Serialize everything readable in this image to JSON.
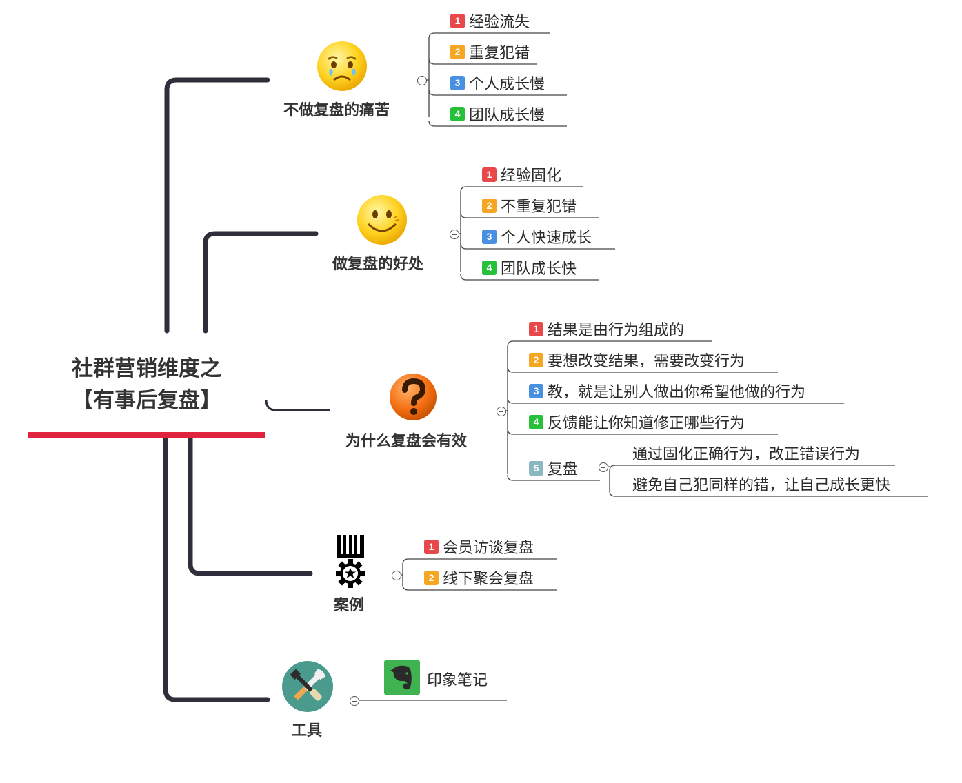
{
  "root": {
    "line1": "社群营销维度之",
    "line2": "【有事后复盘】"
  },
  "branches": {
    "pain": {
      "label": "不做复盘的痛苦",
      "icon": "crying-face-icon",
      "items": [
        {
          "num": "1",
          "text": "经验流失"
        },
        {
          "num": "2",
          "text": "重复犯错"
        },
        {
          "num": "3",
          "text": "个人成长慢"
        },
        {
          "num": "4",
          "text": "团队成长慢"
        }
      ]
    },
    "benefit": {
      "label": "做复盘的好处",
      "icon": "smiling-face-icon",
      "items": [
        {
          "num": "1",
          "text": "经验固化"
        },
        {
          "num": "2",
          "text": "不重复犯错"
        },
        {
          "num": "3",
          "text": "个人快速成长"
        },
        {
          "num": "4",
          "text": "团队成长快"
        }
      ]
    },
    "why": {
      "label": "为什么复盘会有效",
      "icon": "question-mark-icon",
      "items": [
        {
          "num": "1",
          "text": "结果是由行为组成的"
        },
        {
          "num": "2",
          "text": "要想改变结果，需要改变行为"
        },
        {
          "num": "3",
          "text": "教，就是让别人做出你希望他做的行为"
        },
        {
          "num": "4",
          "text": "反馈能让你知道修正哪些行为"
        },
        {
          "num": "5",
          "text": "复盘"
        }
      ],
      "sub_items": [
        "通过固化正确行为，改正错误行为",
        "避免自己犯同样的错，让自己成长更快"
      ]
    },
    "cases": {
      "label": "案例",
      "icon": "medal-icon",
      "items": [
        {
          "num": "1",
          "text": "会员访谈复盘"
        },
        {
          "num": "2",
          "text": "线下聚会复盘"
        }
      ]
    },
    "tools": {
      "label": "工具",
      "icon": "tools-icon",
      "items": [
        {
          "text": "印象笔记",
          "icon": "evernote-icon"
        }
      ]
    }
  },
  "colors": {
    "accent": "#e0233f",
    "trunk": "#2e2f3a"
  }
}
